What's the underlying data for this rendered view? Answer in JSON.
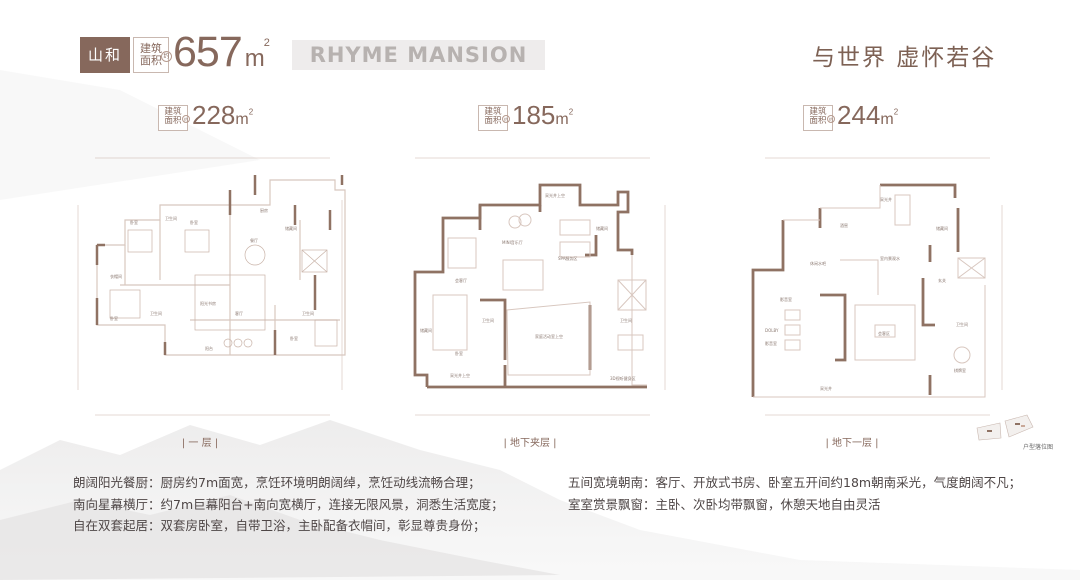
{
  "header": {
    "brand": "山和",
    "area_label_1": "建筑",
    "area_label_2": "面积",
    "approx": "约",
    "total_area": "657",
    "unit": "m",
    "unit_sup": "2",
    "english_title": "RHYME MANSION",
    "slogan": "与世界 虚怀若谷"
  },
  "floors": [
    {
      "area": "228",
      "label": "| 一 层 |",
      "rooms": [
        "卧室",
        "卫生间",
        "卧室",
        "厨房",
        "餐厅",
        "衣帽间",
        "储藏间",
        "卧室",
        "卫生间",
        "阳光书房",
        "客厅",
        "阳台",
        "卫生间",
        "卧室"
      ]
    },
    {
      "area": "185",
      "label": "| 地下夹层 |",
      "rooms": [
        "采光井上空",
        "MINI音乐厅",
        "SPA服务区",
        "储藏间",
        "会客厅",
        "卫生间",
        "卧室",
        "储藏间",
        "家庭活动室上空",
        "卫生间",
        "采光井上空",
        "3D视听健身区"
      ]
    },
    {
      "area": "244",
      "label": "| 地下一层 |",
      "rooms": [
        "采光井",
        "酒窖",
        "储藏间",
        "室内景观水",
        "休闲水吧",
        "玄关",
        "影音室",
        "DOLBY",
        "影音室",
        "会客区",
        "卫生间",
        "棋牌室",
        "采光井"
      ]
    }
  ],
  "location_map_label": "户型落位图",
  "descriptions_left": [
    "朗阔阳光餐厨：厨房约7m面宽，烹饪环境明朗阔绰，烹饪动线流畅合理；",
    "南向星幕横厅：约7m巨幕阳台+南向宽横厅，连接无限风景，洞悉生活宽度；",
    "自在双套起居：双套房卧室，自带卫浴，主卧配备衣帽间，彰显尊贵身份；"
  ],
  "descriptions_right": [
    "五间宽境朝南：客厅、开放式书房、卧室五开间约18m朝南采光，气度朗阔不凡；",
    "室室赏景飘窗：主卧、次卧均带飘窗，休憩天地自由灵活"
  ],
  "colors": {
    "brand": "#86685c",
    "wall": "#8f7263",
    "accent_text": "#7d6154"
  }
}
